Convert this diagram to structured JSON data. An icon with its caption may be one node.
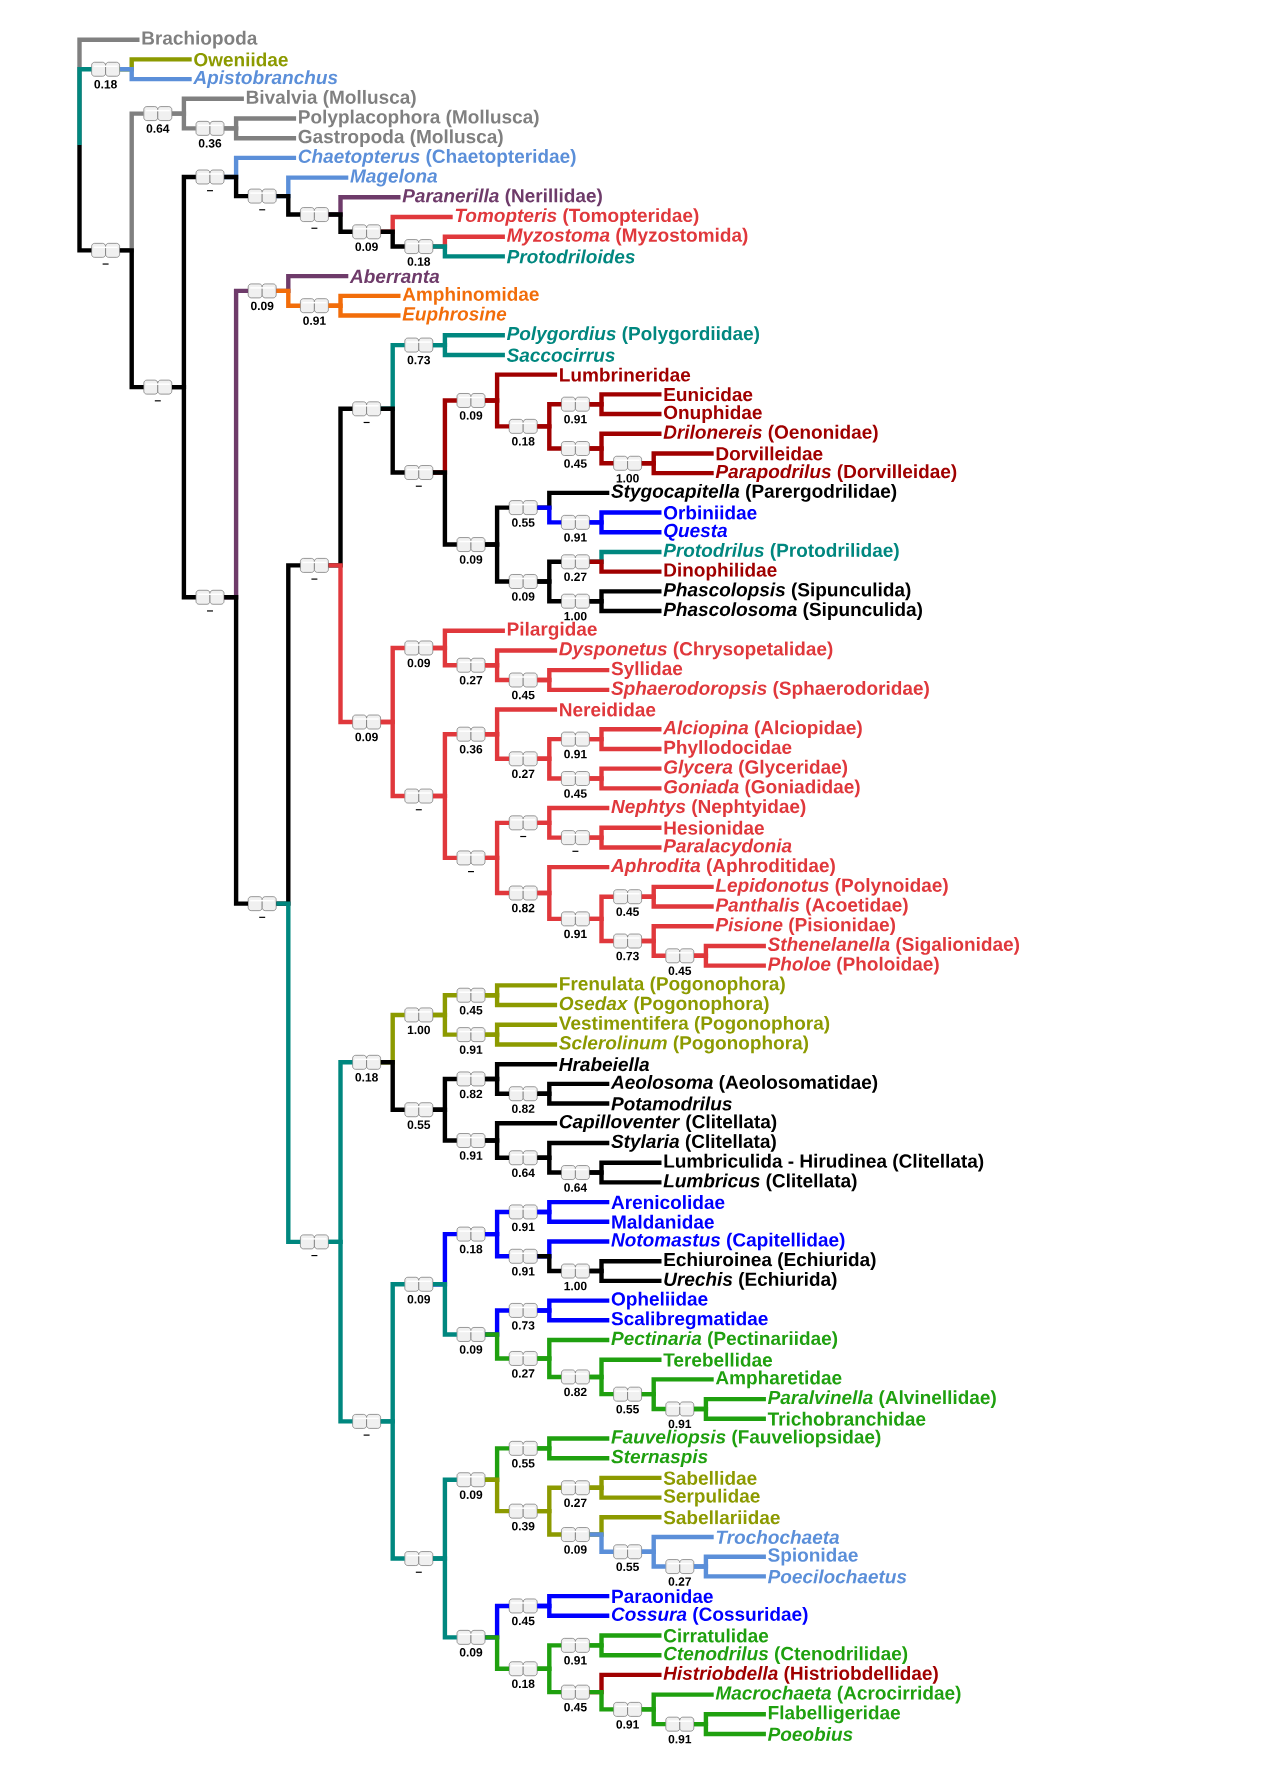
{
  "diagram": {
    "nodes": [
      {
        "text": [
          "Brachiopoda"
        ]
      },
      {
        "text": [],
        "shape": "box",
        "beside": [
          "0.18"
        ]
      },
      {
        "text": [
          "Oweniidae"
        ]
      },
      {
        "text": [
          "*Apistobranchus*"
        ]
      },
      {
        "text": [],
        "shape": "box",
        "beside": [
          "–"
        ]
      },
      {
        "text": [],
        "shape": "box",
        "beside": [
          "0.64"
        ]
      },
      {
        "text": [
          "Bivalvia (Mollusca)"
        ]
      },
      {
        "text": [],
        "shape": "box",
        "beside": [
          "0.36"
        ]
      },
      {
        "text": [
          "Polyplacophora (Mollusca)"
        ]
      },
      {
        "text": [
          "Gastropoda (Mollusca)"
        ]
      },
      {
        "text": [],
        "shape": "box",
        "beside": [
          "–"
        ]
      },
      {
        "text": [],
        "shape": "box",
        "beside": [
          "–"
        ]
      },
      {
        "text": [
          "*Chaetopterus* (Chaetopteridae)"
        ]
      },
      {
        "text": [],
        "shape": "box",
        "beside": [
          "–"
        ]
      },
      {
        "text": [
          "*Magelona*"
        ]
      },
      {
        "text": [],
        "shape": "box",
        "beside": [
          "–"
        ]
      },
      {
        "text": [
          "*Paranerilla* (Nerillidae)"
        ]
      },
      {
        "text": [],
        "shape": "box",
        "beside": [
          "0.09"
        ]
      },
      {
        "text": [
          "*Tomopteris* (Tomopteridae)"
        ]
      },
      {
        "text": [],
        "shape": "box",
        "beside": [
          "0.18"
        ]
      },
      {
        "text": [
          "*Myzostoma* (Myzostomida)"
        ]
      },
      {
        "text": [
          "*Protodriloides*"
        ]
      },
      {
        "text": [],
        "shape": "box",
        "beside": [
          "–"
        ]
      },
      {
        "text": [],
        "shape": "box",
        "beside": [
          "0.09"
        ]
      },
      {
        "text": [
          "*Aberranta*"
        ]
      },
      {
        "text": [],
        "shape": "box",
        "beside": [
          "0.91"
        ]
      },
      {
        "text": [
          "Amphinomidae"
        ]
      },
      {
        "text": [
          "*Euphrosine*"
        ]
      },
      {
        "text": [],
        "shape": "box",
        "beside": [
          "–"
        ]
      },
      {
        "text": [],
        "shape": "box",
        "beside": [
          "–"
        ]
      },
      {
        "text": [],
        "shape": "box",
        "beside": [
          "–"
        ]
      },
      {
        "text": [],
        "shape": "box",
        "beside": [
          "0.73"
        ]
      },
      {
        "text": [
          "*Polygordius* (Polygordiidae)"
        ]
      },
      {
        "text": [
          "*Saccocirrus*"
        ]
      },
      {
        "text": [],
        "shape": "box",
        "beside": [
          "–"
        ]
      },
      {
        "text": [],
        "shape": "box",
        "beside": [
          "0.09"
        ]
      },
      {
        "text": [
          "Lumbrineridae"
        ]
      },
      {
        "text": [],
        "shape": "box",
        "beside": [
          "0.18"
        ]
      },
      {
        "text": [],
        "shape": "box",
        "beside": [
          "0.91"
        ]
      },
      {
        "text": [
          "Eunicidae"
        ]
      },
      {
        "text": [
          "Onuphidae"
        ]
      },
      {
        "text": [],
        "shape": "box",
        "beside": [
          "0.45"
        ]
      },
      {
        "text": [
          "*Drilonereis* (Oenonidae)"
        ]
      },
      {
        "text": [],
        "shape": "box",
        "beside": [
          "1.00"
        ]
      },
      {
        "text": [
          "Dorvilleidae"
        ]
      },
      {
        "text": [
          "*Parapodrilus* (Dorvilleidae)"
        ]
      },
      {
        "text": [],
        "shape": "box",
        "beside": [
          "0.09"
        ]
      },
      {
        "text": [],
        "shape": "box",
        "beside": [
          "0.55"
        ]
      },
      {
        "text": [
          "*Stygocapitella* (Parergodrilidae)"
        ]
      },
      {
        "text": [],
        "shape": "box",
        "beside": [
          "0.91"
        ]
      },
      {
        "text": [
          "Orbiniidae"
        ]
      },
      {
        "text": [
          "*Questa*"
        ]
      },
      {
        "text": [],
        "shape": "box",
        "beside": [
          "0.09"
        ]
      },
      {
        "text": [],
        "shape": "box",
        "beside": [
          "0.27"
        ]
      },
      {
        "text": [
          "*Protodrilus* (Protodrilidae)"
        ]
      },
      {
        "text": [
          "Dinophilidae"
        ]
      },
      {
        "text": [],
        "shape": "box",
        "beside": [
          "1.00"
        ]
      },
      {
        "text": [
          "*Phascolopsis* (Sipunculida)"
        ]
      },
      {
        "text": [
          "*Phascolosoma* (Sipunculida)"
        ]
      },
      {
        "text": [],
        "shape": "box",
        "beside": [
          "0.09"
        ]
      },
      {
        "text": [],
        "shape": "box",
        "beside": [
          "0.09"
        ]
      },
      {
        "text": [
          "Pilargidae"
        ]
      },
      {
        "text": [],
        "shape": "box",
        "beside": [
          "0.27"
        ]
      },
      {
        "text": [
          "*Dysponetus* (Chrysopetalidae)"
        ]
      },
      {
        "text": [],
        "shape": "box",
        "beside": [
          "0.45"
        ]
      },
      {
        "text": [
          "Syllidae"
        ]
      },
      {
        "text": [
          "*Sphaerodoropsis* (Sphaerodoridae)"
        ]
      },
      {
        "text": [],
        "shape": "box",
        "beside": [
          "–"
        ]
      },
      {
        "text": [],
        "shape": "box",
        "beside": [
          "0.36"
        ]
      },
      {
        "text": [
          "Nereididae"
        ]
      },
      {
        "text": [],
        "shape": "box",
        "beside": [
          "0.27"
        ]
      },
      {
        "text": [],
        "shape": "box",
        "beside": [
          "0.91"
        ]
      },
      {
        "text": [
          "*Alciopina* (Alciopidae)"
        ]
      },
      {
        "text": [
          "Phyllodocidae"
        ]
      },
      {
        "text": [],
        "shape": "box",
        "beside": [
          "0.45"
        ]
      },
      {
        "text": [
          "*Glycera* (Glyceridae)"
        ]
      },
      {
        "text": [
          "*Goniada* (Goniadidae)"
        ]
      },
      {
        "text": [],
        "shape": "box",
        "beside": [
          "–"
        ]
      },
      {
        "text": [],
        "shape": "box",
        "beside": [
          "–"
        ]
      },
      {
        "text": [
          "*Nephtys* (Nephtyidae)"
        ]
      },
      {
        "text": [],
        "shape": "box",
        "beside": [
          "–"
        ]
      },
      {
        "text": [
          "Hesionidae"
        ]
      },
      {
        "text": [
          "*Paralacydonia*"
        ]
      },
      {
        "text": [],
        "shape": "box",
        "beside": [
          "0.82"
        ]
      },
      {
        "text": [
          "*Aphrodita* (Aphroditidae)"
        ]
      },
      {
        "text": [],
        "shape": "box",
        "beside": [
          "0.91"
        ]
      },
      {
        "text": [],
        "shape": "box",
        "beside": [
          "0.45"
        ]
      },
      {
        "text": [
          "*Lepidonotus* (Polynoidae)"
        ]
      },
      {
        "text": [
          "*Panthalis* (Acoetidae)"
        ]
      },
      {
        "text": [],
        "shape": "box",
        "beside": [
          "0.73"
        ]
      },
      {
        "text": [
          "*Pisione* (Pisionidae)"
        ]
      },
      {
        "text": [],
        "shape": "box",
        "beside": [
          "0.45"
        ]
      },
      {
        "text": [
          "*Sthenelanella* (Sigalionidae)"
        ]
      },
      {
        "text": [
          "*Pholoe* (Pholoidae)"
        ]
      },
      {
        "text": [],
        "shape": "box",
        "beside": [
          "–"
        ]
      },
      {
        "text": [],
        "shape": "box",
        "beside": [
          "0.18"
        ]
      },
      {
        "text": [],
        "shape": "box",
        "beside": [
          "1.00"
        ]
      },
      {
        "text": [],
        "shape": "box",
        "beside": [
          "0.45"
        ]
      },
      {
        "text": [
          "Frenulata (Pogonophora)"
        ]
      },
      {
        "text": [
          "*Osedax* (Pogonophora)"
        ]
      },
      {
        "text": [],
        "shape": "box",
        "beside": [
          "0.91"
        ]
      },
      {
        "text": [
          "Vestimentifera (Pogonophora)"
        ]
      },
      {
        "text": [
          "*Sclerolinum* (Pogonophora)"
        ]
      },
      {
        "text": [],
        "shape": "box",
        "beside": [
          "0.55"
        ]
      },
      {
        "text": [],
        "shape": "box",
        "beside": [
          "0.82"
        ]
      },
      {
        "text": [
          "*Hrabeiella*"
        ]
      },
      {
        "text": [],
        "shape": "box",
        "beside": [
          "0.82"
        ]
      },
      {
        "text": [
          "*Aeolosoma* (Aeolosomatidae)"
        ]
      },
      {
        "text": [
          "*Potamodrilus*"
        ]
      },
      {
        "text": [],
        "shape": "box",
        "beside": [
          "0.91"
        ]
      },
      {
        "text": [
          "*Capilloventer* (Clitellata)"
        ]
      },
      {
        "text": [],
        "shape": "box",
        "beside": [
          "0.64"
        ]
      },
      {
        "text": [
          "*Stylaria* (Clitellata)"
        ]
      },
      {
        "text": [],
        "shape": "box",
        "beside": [
          "0.64"
        ]
      },
      {
        "text": [
          "Lumbriculida - Hirudinea (Clitellata)"
        ]
      },
      {
        "text": [
          "*Lumbricus* (Clitellata)"
        ]
      },
      {
        "text": [],
        "shape": "box",
        "beside": [
          "–"
        ]
      },
      {
        "text": [],
        "shape": "box",
        "beside": [
          "0.09"
        ]
      },
      {
        "text": [],
        "shape": "box",
        "beside": [
          "0.18"
        ]
      },
      {
        "text": [],
        "shape": "box",
        "beside": [
          "0.91"
        ]
      },
      {
        "text": [
          "Arenicolidae"
        ]
      },
      {
        "text": [
          "Maldanidae"
        ]
      },
      {
        "text": [],
        "shape": "box",
        "beside": [
          "0.91"
        ]
      },
      {
        "text": [
          "*Notomastus* (Capitellidae)"
        ]
      },
      {
        "text": [],
        "shape": "box",
        "beside": [
          "1.00"
        ]
      },
      {
        "text": [
          "Echiuroinea (Echiurida)"
        ]
      },
      {
        "text": [
          "*Urechis* (Echiurida)"
        ]
      },
      {
        "text": [],
        "shape": "box",
        "beside": [
          "0.09"
        ]
      },
      {
        "text": [],
        "shape": "box",
        "beside": [
          "0.73"
        ]
      },
      {
        "text": [
          "Opheliidae"
        ]
      },
      {
        "text": [
          "Scalibregmatidae"
        ]
      },
      {
        "text": [],
        "shape": "box",
        "beside": [
          "0.27"
        ]
      },
      {
        "text": [
          "*Pectinaria* (Pectinariidae)"
        ]
      },
      {
        "text": [],
        "shape": "box",
        "beside": [
          "0.82"
        ]
      },
      {
        "text": [
          "Terebellidae"
        ]
      },
      {
        "text": [],
        "shape": "box",
        "beside": [
          "0.55"
        ]
      },
      {
        "text": [
          "Ampharetidae"
        ]
      },
      {
        "text": [],
        "shape": "box",
        "beside": [
          "0.91"
        ]
      },
      {
        "text": [
          "*Paralvinella* (Alvinellidae)"
        ]
      },
      {
        "text": [
          "Trichobranchidae"
        ]
      },
      {
        "text": [],
        "shape": "box",
        "beside": [
          "–"
        ]
      },
      {
        "text": [],
        "shape": "box",
        "beside": [
          "0.09"
        ]
      },
      {
        "text": [],
        "shape": "box",
        "beside": [
          "0.55"
        ]
      },
      {
        "text": [
          "*Fauveliopsis* (Fauveliopsidae)"
        ]
      },
      {
        "text": [
          "*Sternaspis*"
        ]
      },
      {
        "text": [],
        "shape": "box",
        "beside": [
          "0.39"
        ]
      },
      {
        "text": [],
        "shape": "box",
        "beside": [
          "0.27"
        ]
      },
      {
        "text": [
          "Sabellidae"
        ]
      },
      {
        "text": [
          "Serpulidae"
        ]
      },
      {
        "text": [],
        "shape": "box",
        "beside": [
          "0.09"
        ]
      },
      {
        "text": [
          "Sabellariidae"
        ]
      },
      {
        "text": [],
        "shape": "box",
        "beside": [
          "0.55"
        ]
      },
      {
        "text": [
          "*Trochochaeta*"
        ]
      },
      {
        "text": [],
        "shape": "box",
        "beside": [
          "0.27"
        ]
      },
      {
        "text": [
          "Spionidae"
        ]
      },
      {
        "text": [
          "*Poecilochaetus*"
        ]
      },
      {
        "text": [],
        "shape": "box",
        "beside": [
          "0.09"
        ]
      },
      {
        "text": [],
        "shape": "box",
        "beside": [
          "0.45"
        ]
      },
      {
        "text": [
          "Paraonidae"
        ]
      },
      {
        "text": [
          "*Cossura* (Cossuridae)"
        ]
      },
      {
        "text": [],
        "shape": "box",
        "beside": [
          "0.18"
        ]
      },
      {
        "text": [],
        "shape": "box",
        "beside": [
          "0.91"
        ]
      },
      {
        "text": [
          "Cirratulidae"
        ]
      },
      {
        "text": [
          "*Ctenodrilus* (Ctenodrilidae)"
        ]
      },
      {
        "text": [],
        "shape": "box",
        "beside": [
          "0.45"
        ]
      },
      {
        "text": [
          "*Histriobdella* (Histriobdellidae)"
        ]
      },
      {
        "text": [],
        "shape": "box",
        "beside": [
          "0.91"
        ]
      },
      {
        "text": [
          "*Macrochaeta* (Acrocirridae)"
        ]
      },
      {
        "text": [],
        "shape": "box",
        "beside": [
          "0.91"
        ]
      },
      {
        "text": [
          "Flabelligeridae"
        ]
      },
      {
        "text": [
          "*Poeobius*"
        ]
      }
    ],
    "edges": [
      {
        "from": null,
        "to": 0,
        "arrow": "none",
        "color": "#808080"
      },
      {
        "from": null,
        "to": 1,
        "arrow": "none",
        "color": "#00877f"
      },
      {
        "from": null,
        "to": 4,
        "arrow": "none",
        "color": "#000000"
      },
      {
        "from": 1,
        "to": 2,
        "arrow": "none",
        "color": "#8c9a00"
      },
      {
        "from": 1,
        "to": 3,
        "arrow": "none",
        "color": "#5b8fd9"
      },
      {
        "from": 4,
        "to": 5,
        "arrow": "none",
        "color": "#808080"
      },
      {
        "from": 4,
        "to": 10,
        "arrow": "none",
        "color": "#000000"
      },
      {
        "from": 5,
        "to": 6,
        "arrow": "none",
        "color": "#808080"
      },
      {
        "from": 5,
        "to": 7,
        "arrow": "none",
        "color": "#808080"
      },
      {
        "from": 7,
        "to": 8,
        "arrow": "none",
        "color": "#808080"
      },
      {
        "from": 7,
        "to": 9,
        "arrow": "none",
        "color": "#808080"
      },
      {
        "from": 10,
        "to": 11,
        "arrow": "none",
        "color": "#000000"
      },
      {
        "from": 10,
        "to": 22,
        "arrow": "none",
        "color": "#000000"
      },
      {
        "from": 11,
        "to": 12,
        "arrow": "none",
        "color": "#5b8fd9"
      },
      {
        "from": 11,
        "to": 13,
        "arrow": "none",
        "color": "#000000"
      },
      {
        "from": 13,
        "to": 14,
        "arrow": "none",
        "color": "#5b8fd9"
      },
      {
        "from": 13,
        "to": 15,
        "arrow": "none",
        "color": "#000000"
      },
      {
        "from": 15,
        "to": 16,
        "arrow": "none",
        "color": "#6e3b6a"
      },
      {
        "from": 15,
        "to": 17,
        "arrow": "none",
        "color": "#000000"
      },
      {
        "from": 17,
        "to": 18,
        "arrow": "none",
        "color": "#e0383c"
      },
      {
        "from": 17,
        "to": 19,
        "arrow": "none",
        "color": "#000000"
      },
      {
        "from": 19,
        "to": 20,
        "arrow": "none",
        "color": "#e0383c"
      },
      {
        "from": 19,
        "to": 21,
        "arrow": "none",
        "color": "#00877f"
      },
      {
        "from": 22,
        "to": 23,
        "arrow": "none",
        "color": "#6e3b6a"
      },
      {
        "from": 22,
        "to": 28,
        "arrow": "none",
        "color": "#000000"
      },
      {
        "from": 23,
        "to": 24,
        "arrow": "none",
        "color": "#6e3b6a"
      },
      {
        "from": 23,
        "to": 25,
        "arrow": "none",
        "color": "#f26d0a"
      },
      {
        "from": 25,
        "to": 26,
        "arrow": "none",
        "color": "#f26d0a"
      },
      {
        "from": 25,
        "to": 27,
        "arrow": "none",
        "color": "#f26d0a"
      },
      {
        "from": 28,
        "to": 29,
        "arrow": "none",
        "color": "#000000"
      },
      {
        "from": 28,
        "to": 94,
        "arrow": "none",
        "color": "#00877f"
      },
      {
        "from": 29,
        "to": 30,
        "arrow": "none",
        "color": "#000000"
      },
      {
        "from": 29,
        "to": 59,
        "arrow": "none",
        "color": "#e0383c"
      },
      {
        "from": 30,
        "to": 31,
        "arrow": "none",
        "color": "#00877f"
      },
      {
        "from": 30,
        "to": 34,
        "arrow": "none",
        "color": "#000000"
      },
      {
        "from": 31,
        "to": 32,
        "arrow": "none",
        "color": "#00877f"
      },
      {
        "from": 31,
        "to": 33,
        "arrow": "none",
        "color": "#00877f"
      },
      {
        "from": 34,
        "to": 35,
        "arrow": "none",
        "color": "#a00000"
      },
      {
        "from": 34,
        "to": 46,
        "arrow": "none",
        "color": "#000000"
      },
      {
        "from": 35,
        "to": 36,
        "arrow": "none",
        "color": "#a00000"
      },
      {
        "from": 35,
        "to": 37,
        "arrow": "none",
        "color": "#a00000"
      },
      {
        "from": 37,
        "to": 38,
        "arrow": "none",
        "color": "#a00000"
      },
      {
        "from": 37,
        "to": 41,
        "arrow": "none",
        "color": "#a00000"
      },
      {
        "from": 38,
        "to": 39,
        "arrow": "none",
        "color": "#a00000"
      },
      {
        "from": 38,
        "to": 40,
        "arrow": "none",
        "color": "#a00000"
      },
      {
        "from": 41,
        "to": 42,
        "arrow": "none",
        "color": "#a00000"
      },
      {
        "from": 41,
        "to": 43,
        "arrow": "none",
        "color": "#a00000"
      },
      {
        "from": 43,
        "to": 44,
        "arrow": "none",
        "color": "#a00000"
      },
      {
        "from": 43,
        "to": 45,
        "arrow": "none",
        "color": "#a00000"
      },
      {
        "from": 46,
        "to": 47,
        "arrow": "none",
        "color": "#000000"
      },
      {
        "from": 46,
        "to": 52,
        "arrow": "none",
        "color": "#000000"
      },
      {
        "from": 47,
        "to": 48,
        "arrow": "none",
        "color": "#000000"
      },
      {
        "from": 47,
        "to": 49,
        "arrow": "none",
        "color": "#0000ff"
      },
      {
        "from": 49,
        "to": 50,
        "arrow": "none",
        "color": "#0000ff"
      },
      {
        "from": 49,
        "to": 51,
        "arrow": "none",
        "color": "#0000ff"
      },
      {
        "from": 52,
        "to": 53,
        "arrow": "none",
        "color": "#000000"
      },
      {
        "from": 52,
        "to": 56,
        "arrow": "none",
        "color": "#000000"
      },
      {
        "from": 53,
        "to": 54,
        "arrow": "none",
        "color": "#00877f"
      },
      {
        "from": 53,
        "to": 55,
        "arrow": "none",
        "color": "#a00000"
      },
      {
        "from": 56,
        "to": 57,
        "arrow": "none",
        "color": "#000000"
      },
      {
        "from": 56,
        "to": 58,
        "arrow": "none",
        "color": "#000000"
      },
      {
        "from": 59,
        "to": 60,
        "arrow": "none",
        "color": "#e0383c"
      },
      {
        "from": 59,
        "to": 67,
        "arrow": "none",
        "color": "#e0383c"
      },
      {
        "from": 60,
        "to": 61,
        "arrow": "none",
        "color": "#e0383c"
      },
      {
        "from": 60,
        "to": 62,
        "arrow": "none",
        "color": "#e0383c"
      },
      {
        "from": 62,
        "to": 63,
        "arrow": "none",
        "color": "#e0383c"
      },
      {
        "from": 62,
        "to": 64,
        "arrow": "none",
        "color": "#e0383c"
      },
      {
        "from": 64,
        "to": 65,
        "arrow": "none",
        "color": "#e0383c"
      },
      {
        "from": 64,
        "to": 66,
        "arrow": "none",
        "color": "#e0383c"
      },
      {
        "from": 67,
        "to": 68,
        "arrow": "none",
        "color": "#e0383c"
      },
      {
        "from": 67,
        "to": 77,
        "arrow": "none",
        "color": "#e0383c"
      },
      {
        "from": 68,
        "to": 69,
        "arrow": "none",
        "color": "#e0383c"
      },
      {
        "from": 68,
        "to": 70,
        "arrow": "none",
        "color": "#e0383c"
      },
      {
        "from": 70,
        "to": 71,
        "arrow": "none",
        "color": "#e0383c"
      },
      {
        "from": 70,
        "to": 74,
        "arrow": "none",
        "color": "#e0383c"
      },
      {
        "from": 71,
        "to": 72,
        "arrow": "none",
        "color": "#e0383c"
      },
      {
        "from": 71,
        "to": 73,
        "arrow": "none",
        "color": "#e0383c"
      },
      {
        "from": 74,
        "to": 75,
        "arrow": "none",
        "color": "#e0383c"
      },
      {
        "from": 74,
        "to": 76,
        "arrow": "none",
        "color": "#e0383c"
      },
      {
        "from": 77,
        "to": 78,
        "arrow": "none",
        "color": "#e0383c"
      },
      {
        "from": 77,
        "to": 83,
        "arrow": "none",
        "color": "#e0383c"
      },
      {
        "from": 78,
        "to": 79,
        "arrow": "none",
        "color": "#e0383c"
      },
      {
        "from": 78,
        "to": 80,
        "arrow": "none",
        "color": "#e0383c"
      },
      {
        "from": 80,
        "to": 81,
        "arrow": "none",
        "color": "#e0383c"
      },
      {
        "from": 80,
        "to": 82,
        "arrow": "none",
        "color": "#e0383c"
      },
      {
        "from": 83,
        "to": 84,
        "arrow": "none",
        "color": "#e0383c"
      },
      {
        "from": 83,
        "to": 85,
        "arrow": "none",
        "color": "#e0383c"
      },
      {
        "from": 85,
        "to": 86,
        "arrow": "none",
        "color": "#e0383c"
      },
      {
        "from": 85,
        "to": 89,
        "arrow": "none",
        "color": "#e0383c"
      },
      {
        "from": 86,
        "to": 87,
        "arrow": "none",
        "color": "#e0383c"
      },
      {
        "from": 86,
        "to": 88,
        "arrow": "none",
        "color": "#e0383c"
      },
      {
        "from": 89,
        "to": 90,
        "arrow": "none",
        "color": "#e0383c"
      },
      {
        "from": 89,
        "to": 91,
        "arrow": "none",
        "color": "#e0383c"
      },
      {
        "from": 91,
        "to": 92,
        "arrow": "none",
        "color": "#e0383c"
      },
      {
        "from": 91,
        "to": 93,
        "arrow": "none",
        "color": "#e0383c"
      },
      {
        "from": 94,
        "to": 95,
        "arrow": "none",
        "color": "#00877f"
      },
      {
        "from": 94,
        "to": 116,
        "arrow": "none",
        "color": "#00877f"
      },
      {
        "from": 95,
        "to": 96,
        "arrow": "none",
        "color": "#8c9a00"
      },
      {
        "from": 95,
        "to": 103,
        "arrow": "none",
        "color": "#000000"
      },
      {
        "from": 96,
        "to": 97,
        "arrow": "none",
        "color": "#8c9a00"
      },
      {
        "from": 96,
        "to": 100,
        "arrow": "none",
        "color": "#8c9a00"
      },
      {
        "from": 97,
        "to": 98,
        "arrow": "none",
        "color": "#8c9a00"
      },
      {
        "from": 97,
        "to": 99,
        "arrow": "none",
        "color": "#8c9a00"
      },
      {
        "from": 100,
        "to": 101,
        "arrow": "none",
        "color": "#8c9a00"
      },
      {
        "from": 100,
        "to": 102,
        "arrow": "none",
        "color": "#8c9a00"
      },
      {
        "from": 103,
        "to": 104,
        "arrow": "none",
        "color": "#000000"
      },
      {
        "from": 103,
        "to": 109,
        "arrow": "none",
        "color": "#000000"
      },
      {
        "from": 104,
        "to": 105,
        "arrow": "none",
        "color": "#000000"
      },
      {
        "from": 104,
        "to": 106,
        "arrow": "none",
        "color": "#000000"
      },
      {
        "from": 106,
        "to": 107,
        "arrow": "none",
        "color": "#000000"
      },
      {
        "from": 106,
        "to": 108,
        "arrow": "none",
        "color": "#000000"
      },
      {
        "from": 109,
        "to": 110,
        "arrow": "none",
        "color": "#000000"
      },
      {
        "from": 109,
        "to": 111,
        "arrow": "none",
        "color": "#000000"
      },
      {
        "from": 111,
        "to": 112,
        "arrow": "none",
        "color": "#000000"
      },
      {
        "from": 111,
        "to": 113,
        "arrow": "none",
        "color": "#000000"
      },
      {
        "from": 113,
        "to": 114,
        "arrow": "none",
        "color": "#000000"
      },
      {
        "from": 113,
        "to": 115,
        "arrow": "none",
        "color": "#000000"
      },
      {
        "from": 116,
        "to": 117,
        "arrow": "none",
        "color": "#00877f"
      },
      {
        "from": 116,
        "to": 140,
        "arrow": "none",
        "color": "#00877f"
      },
      {
        "from": 117,
        "to": 118,
        "arrow": "none",
        "color": "#0000ff"
      },
      {
        "from": 117,
        "to": 127,
        "arrow": "none",
        "color": "#00877f"
      },
      {
        "from": 118,
        "to": 119,
        "arrow": "none",
        "color": "#0000ff"
      },
      {
        "from": 118,
        "to": 122,
        "arrow": "none",
        "color": "#0000ff"
      },
      {
        "from": 119,
        "to": 120,
        "arrow": "none",
        "color": "#0000ff"
      },
      {
        "from": 119,
        "to": 121,
        "arrow": "none",
        "color": "#0000ff"
      },
      {
        "from": 122,
        "to": 123,
        "arrow": "none",
        "color": "#0000ff"
      },
      {
        "from": 122,
        "to": 124,
        "arrow": "none",
        "color": "#000000"
      },
      {
        "from": 124,
        "to": 125,
        "arrow": "none",
        "color": "#000000"
      },
      {
        "from": 124,
        "to": 126,
        "arrow": "none",
        "color": "#000000"
      },
      {
        "from": 127,
        "to": 128,
        "arrow": "none",
        "color": "#0000ff"
      },
      {
        "from": 127,
        "to": 131,
        "arrow": "none",
        "color": "#1fa00f"
      },
      {
        "from": 128,
        "to": 129,
        "arrow": "none",
        "color": "#0000ff"
      },
      {
        "from": 128,
        "to": 130,
        "arrow": "none",
        "color": "#0000ff"
      },
      {
        "from": 131,
        "to": 132,
        "arrow": "none",
        "color": "#1fa00f"
      },
      {
        "from": 131,
        "to": 133,
        "arrow": "none",
        "color": "#1fa00f"
      },
      {
        "from": 133,
        "to": 134,
        "arrow": "none",
        "color": "#1fa00f"
      },
      {
        "from": 133,
        "to": 135,
        "arrow": "none",
        "color": "#1fa00f"
      },
      {
        "from": 135,
        "to": 136,
        "arrow": "none",
        "color": "#1fa00f"
      },
      {
        "from": 135,
        "to": 137,
        "arrow": "none",
        "color": "#1fa00f"
      },
      {
        "from": 137,
        "to": 138,
        "arrow": "none",
        "color": "#1fa00f"
      },
      {
        "from": 137,
        "to": 139,
        "arrow": "none",
        "color": "#1fa00f"
      },
      {
        "from": 140,
        "to": 141,
        "arrow": "none",
        "color": "#00877f"
      },
      {
        "from": 140,
        "to": 156,
        "arrow": "none",
        "color": "#00877f"
      },
      {
        "from": 141,
        "to": 142,
        "arrow": "none",
        "color": "#1fa00f"
      },
      {
        "from": 141,
        "to": 145,
        "arrow": "none",
        "color": "#8c9a00"
      },
      {
        "from": 142,
        "to": 143,
        "arrow": "none",
        "color": "#1fa00f"
      },
      {
        "from": 142,
        "to": 144,
        "arrow": "none",
        "color": "#1fa00f"
      },
      {
        "from": 145,
        "to": 146,
        "arrow": "none",
        "color": "#8c9a00"
      },
      {
        "from": 145,
        "to": 149,
        "arrow": "none",
        "color": "#8c9a00"
      },
      {
        "from": 146,
        "to": 147,
        "arrow": "none",
        "color": "#8c9a00"
      },
      {
        "from": 146,
        "to": 148,
        "arrow": "none",
        "color": "#8c9a00"
      },
      {
        "from": 149,
        "to": 150,
        "arrow": "none",
        "color": "#8c9a00"
      },
      {
        "from": 149,
        "to": 151,
        "arrow": "none",
        "color": "#5b8fd9"
      },
      {
        "from": 151,
        "to": 152,
        "arrow": "none",
        "color": "#5b8fd9"
      },
      {
        "from": 151,
        "to": 153,
        "arrow": "none",
        "color": "#5b8fd9"
      },
      {
        "from": 153,
        "to": 154,
        "arrow": "none",
        "color": "#5b8fd9"
      },
      {
        "from": 153,
        "to": 155,
        "arrow": "none",
        "color": "#5b8fd9"
      },
      {
        "from": 156,
        "to": 157,
        "arrow": "none",
        "color": "#0000ff"
      },
      {
        "from": 156,
        "to": 160,
        "arrow": "none",
        "color": "#1fa00f"
      },
      {
        "from": 157,
        "to": 158,
        "arrow": "none",
        "color": "#0000ff"
      },
      {
        "from": 157,
        "to": 159,
        "arrow": "none",
        "color": "#0000ff"
      },
      {
        "from": 160,
        "to": 161,
        "arrow": "none",
        "color": "#1fa00f"
      },
      {
        "from": 160,
        "to": 164,
        "arrow": "none",
        "color": "#1fa00f"
      },
      {
        "from": 161,
        "to": 162,
        "arrow": "none",
        "color": "#1fa00f"
      },
      {
        "from": 161,
        "to": 163,
        "arrow": "none",
        "color": "#1fa00f"
      },
      {
        "from": 164,
        "to": 165,
        "arrow": "none",
        "color": "#a00000"
      },
      {
        "from": 164,
        "to": 166,
        "arrow": "none",
        "color": "#1fa00f"
      },
      {
        "from": 166,
        "to": 167,
        "arrow": "none",
        "color": "#1fa00f"
      },
      {
        "from": 166,
        "to": 168,
        "arrow": "none",
        "color": "#1fa00f"
      },
      {
        "from": 168,
        "to": 169,
        "arrow": "none",
        "color": "#1fa00f"
      },
      {
        "from": 168,
        "to": 170,
        "arrow": "none",
        "color": "#1fa00f"
      }
    ]
  }
}
